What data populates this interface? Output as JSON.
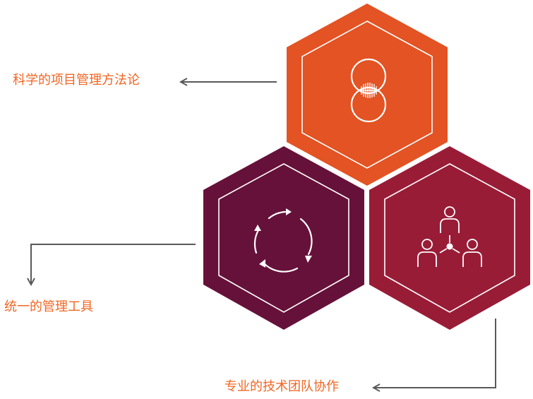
{
  "colors": {
    "orange": "#E35323",
    "plum": "#66113A",
    "crimson": "#991C37",
    "label": "#F26522",
    "arrow": "#595959",
    "line": "#FFFFFF"
  },
  "hexagons": [
    {
      "name": "methodology",
      "icon": "overlapping-circles-icon"
    },
    {
      "name": "tools",
      "icon": "cycle-arrows-icon"
    },
    {
      "name": "team",
      "icon": "team-network-icon"
    }
  ],
  "labels": {
    "methodology": "科学的项目管理方法论",
    "tools": "统一的管理工具",
    "team": "专业的技术团队协作"
  }
}
